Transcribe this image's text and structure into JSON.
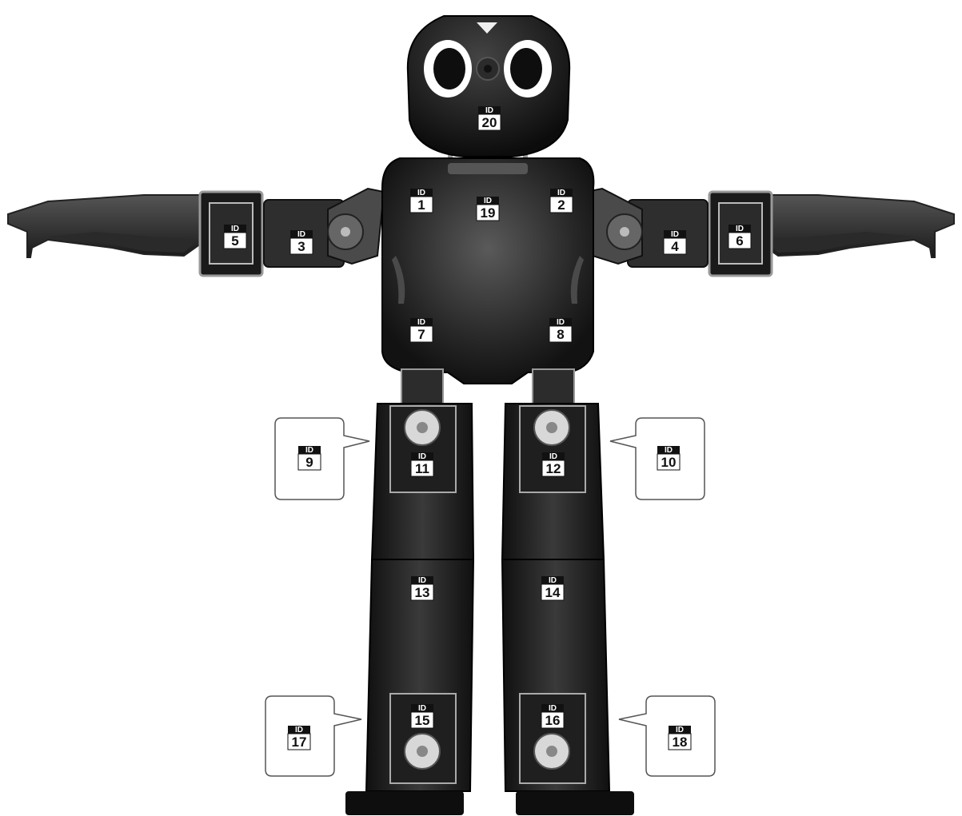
{
  "figure": {
    "id_label": "ID",
    "servo_ids": [
      "1",
      "2",
      "3",
      "4",
      "5",
      "6",
      "7",
      "8",
      "9",
      "10",
      "11",
      "12",
      "13",
      "14",
      "15",
      "16",
      "17",
      "18",
      "19",
      "20"
    ]
  },
  "colors": {
    "body": "#1b1b1b",
    "dark": "#0d0d0d",
    "arm_panel": "#3a3a3a",
    "frame": "#8a8a8a",
    "callout_border": "#555555"
  }
}
